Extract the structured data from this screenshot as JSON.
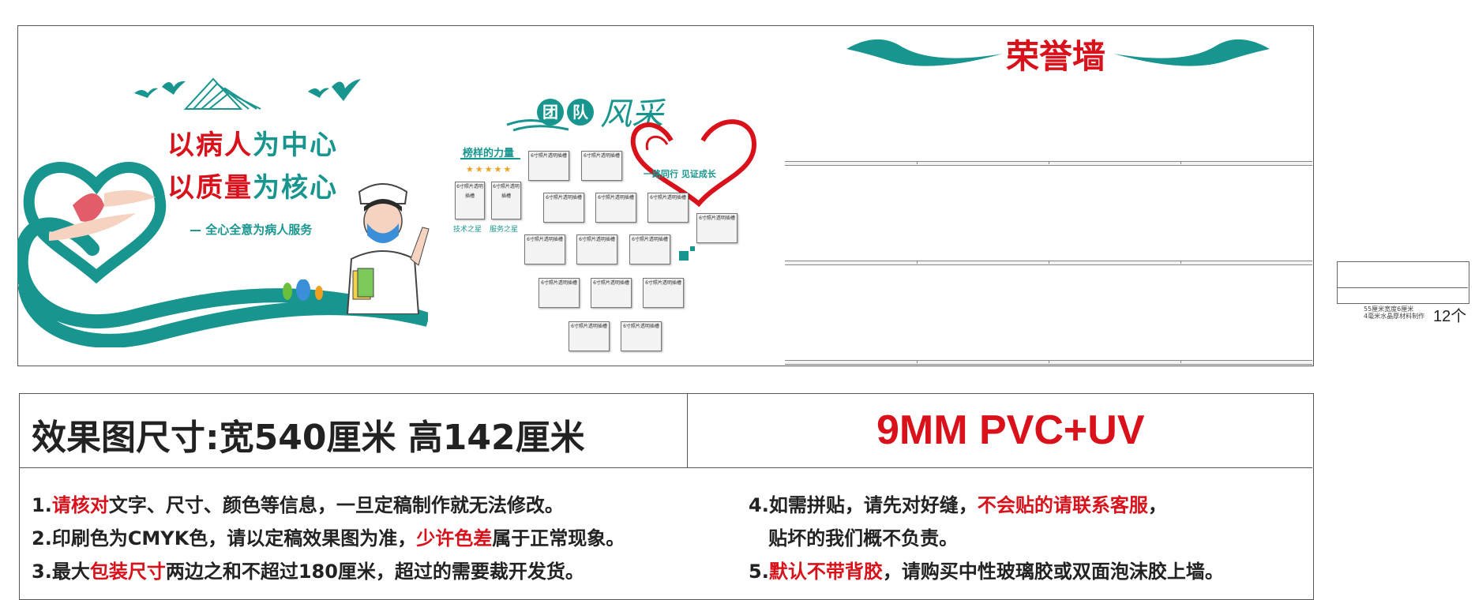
{
  "board": {
    "slogan_line1": {
      "a": "以病人",
      "b": "为中心"
    },
    "slogan_line2": {
      "a": "以质量",
      "b": "为核心"
    },
    "sub_slogan": "全心全意为病人服务",
    "team_title_chars": [
      "团",
      "队"
    ],
    "team_title_tail": "风采",
    "role_model_title": "榜样的力量",
    "stars": "★★★★★",
    "heart_text": "一路同行  见证成长",
    "photo_label": "6寸照片透明插槽",
    "small_photo_label": "6寸照片透明插槽",
    "star_labels": [
      "技术之星",
      "服务之星"
    ],
    "honor_title": "荣誉墙"
  },
  "side_note": {
    "line1": "55厘米宽度6厘米",
    "line2": "4毫米水晶厚材料制作",
    "count": "12个"
  },
  "info": {
    "size_label": "效果图尺寸:宽540厘米  高142厘米",
    "material": "9MM PVC+UV",
    "notes_left": [
      {
        "pre": "1.",
        "hl": "请核对",
        "post": "文字、尺寸、颜色等信息，一旦定稿制作就无法修改。"
      },
      {
        "pre": "2.印刷色为CMYK色，请以定稿效果图为准，",
        "hl": "少许色差",
        "post": "属于正常现象。"
      },
      {
        "pre": "3.最大",
        "hl": "包装尺寸",
        "post": "两边之和不超过180厘米，超过的需要裁开发货。"
      }
    ],
    "notes_right": [
      {
        "pre": "4.如需拼贴，请先对好缝，",
        "hl": "不会贴的请联系客服",
        "post": "，"
      },
      {
        "pre": "   贴坏的我们概不负责。",
        "hl": "",
        "post": ""
      },
      {
        "pre": "5.",
        "hl": "默认不带背胶",
        "post": "，请购买中性玻璃胶或双面泡沫胶上墙。"
      }
    ]
  },
  "colors": {
    "teal": "#18958e",
    "red": "#d8111b",
    "orange": "#f0a020"
  }
}
